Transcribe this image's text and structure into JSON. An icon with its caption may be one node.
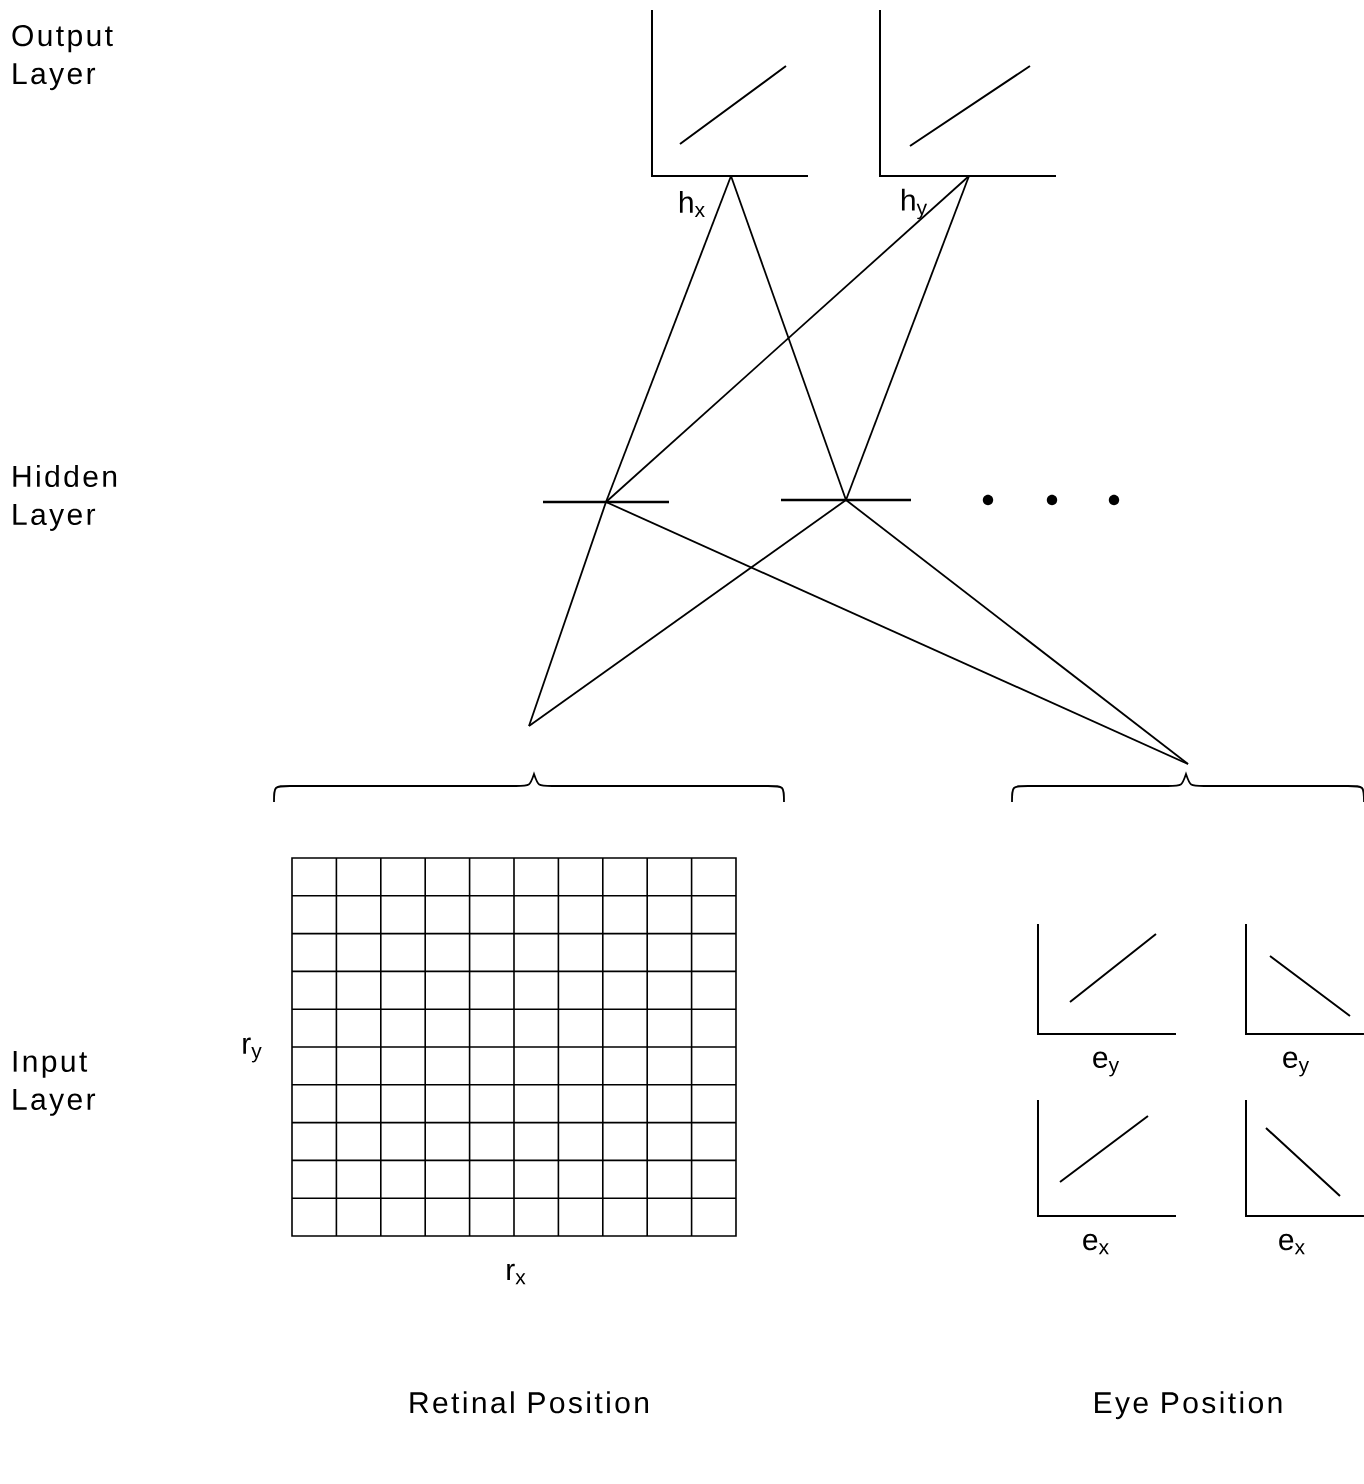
{
  "diagram": {
    "nodes": [
      {
        "text": [],
        "shape": "picture",
        "beside": [
          "h$_{x}$"
        ]
      },
      {
        "text": [],
        "shape": "picture",
        "beside": [
          "h$_{y}$"
        ]
      },
      {
        "text": [],
        "shape": "bar"
      },
      {
        "text": [],
        "shape": "bar"
      },
      {
        "text": [
          "r$_{y}$",
          "r$_{x}$",
          "Retinal Position"
        ]
      },
      {
        "text": [
          "Eye Position"
        ]
      }
    ],
    "edges": [
      {
        "from": 0,
        "to": 2,
        "arrow": "none"
      },
      {
        "from": 0,
        "to": 3,
        "arrow": "none"
      },
      {
        "from": 1,
        "to": 2,
        "arrow": "none"
      },
      {
        "from": 1,
        "to": 3,
        "arrow": "none"
      },
      {
        "from": 2,
        "to": 4,
        "arrow": "none"
      },
      {
        "from": 2,
        "to": 5,
        "arrow": "none"
      },
      {
        "from": 3,
        "to": 4,
        "arrow": "none"
      },
      {
        "from": 3,
        "to": 5,
        "arrow": "none"
      }
    ],
    "labels": [
      "Output Layer",
      "Hidden Layer",
      "Input Layer",
      "e$_{y}$",
      "e$_{y}$",
      "e$_{x}$",
      "e$_{x}$"
    ]
  }
}
